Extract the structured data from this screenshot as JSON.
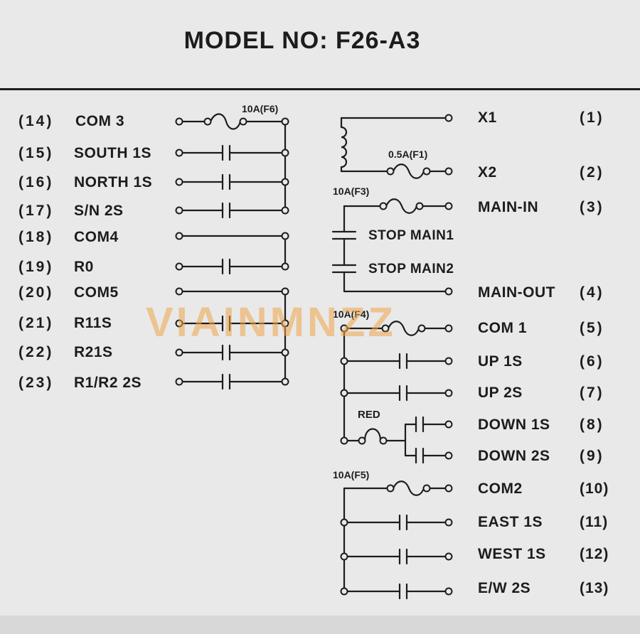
{
  "title": "MODEL NO: F26-A3",
  "watermark": "VIAINMNZZ",
  "left_terminals": [
    {
      "num": "(14)",
      "label": "COM 3"
    },
    {
      "num": "(15)",
      "label": "SOUTH 1S"
    },
    {
      "num": "(16)",
      "label": "NORTH 1S"
    },
    {
      "num": "(17)",
      "label": "S/N 2S"
    },
    {
      "num": "(18)",
      "label": "COM4"
    },
    {
      "num": "(19)",
      "label": "R0"
    },
    {
      "num": "(20)",
      "label": "COM5"
    },
    {
      "num": "(21)",
      "label": "R11S"
    },
    {
      "num": "(22)",
      "label": "R21S"
    },
    {
      "num": "(23)",
      "label": "R1/R2 2S"
    }
  ],
  "right_terminals": [
    {
      "label": "X1",
      "num": "(1)"
    },
    {
      "label": "X2",
      "num": "(2)"
    },
    {
      "label": "MAIN-IN",
      "num": "(3)"
    },
    {
      "label": "MAIN-OUT",
      "num": "(4)"
    },
    {
      "label": "COM 1",
      "num": "(5)"
    },
    {
      "label": "UP 1S",
      "num": "(6)"
    },
    {
      "label": "UP 2S",
      "num": "(7)"
    },
    {
      "label": "DOWN 1S",
      "num": "(8)"
    },
    {
      "label": "DOWN 2S",
      "num": "(9)"
    },
    {
      "label": "COM2",
      "num": "(10)"
    },
    {
      "label": "EAST 1S",
      "num": "(11)"
    },
    {
      "label": "WEST 1S",
      "num": "(12)"
    },
    {
      "label": "E/W 2S",
      "num": "(13)"
    }
  ],
  "fuses": {
    "f6": "10A(F6)",
    "f1": "0.5A(F1)",
    "f3": "10A(F3)",
    "f4": "10A(F4)",
    "f5": "10A(F5)"
  },
  "stop_labels": {
    "stop1": "STOP MAIN1",
    "stop2": "STOP MAIN2"
  },
  "red_label": "RED",
  "colors": {
    "ink": "#1c1c1c",
    "background": "#e9e9e9",
    "watermark": "#f0a54a"
  }
}
